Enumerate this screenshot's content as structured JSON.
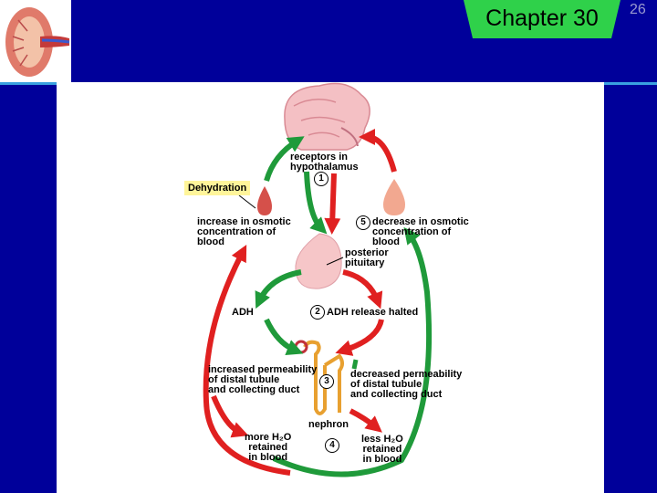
{
  "header": {
    "chapter_label": "Chapter 30",
    "slide_number": "26"
  },
  "colors": {
    "background": "#00009a",
    "tab": "#2fd14a",
    "red_arrow": "#e02020",
    "green_arrow": "#1f9a3a"
  },
  "diagram": {
    "labels": {
      "receptors": "receptors in\nhypothalamus",
      "dehydration": "Dehydration",
      "increase_osmotic": "increase in osmotic\nconcentration of\nblood",
      "decrease_osmotic": "decrease in osmotic\nconcentration of\nblood",
      "posterior_pituitary": "posterior\npituitary",
      "adh": "ADH",
      "adh_halted": "ADH release halted",
      "increased_perm": "increased permeability\nof distal tubule\nand collecting duct",
      "decreased_perm": "decreased permeability\nof distal tubule\nand collecting duct",
      "nephron": "nephron",
      "more_h2o": "more H₂O\nretained\nin blood",
      "less_h2o": "less H₂O\nretained\nin blood"
    },
    "steps": [
      "1",
      "2",
      "3",
      "4",
      "5"
    ]
  }
}
